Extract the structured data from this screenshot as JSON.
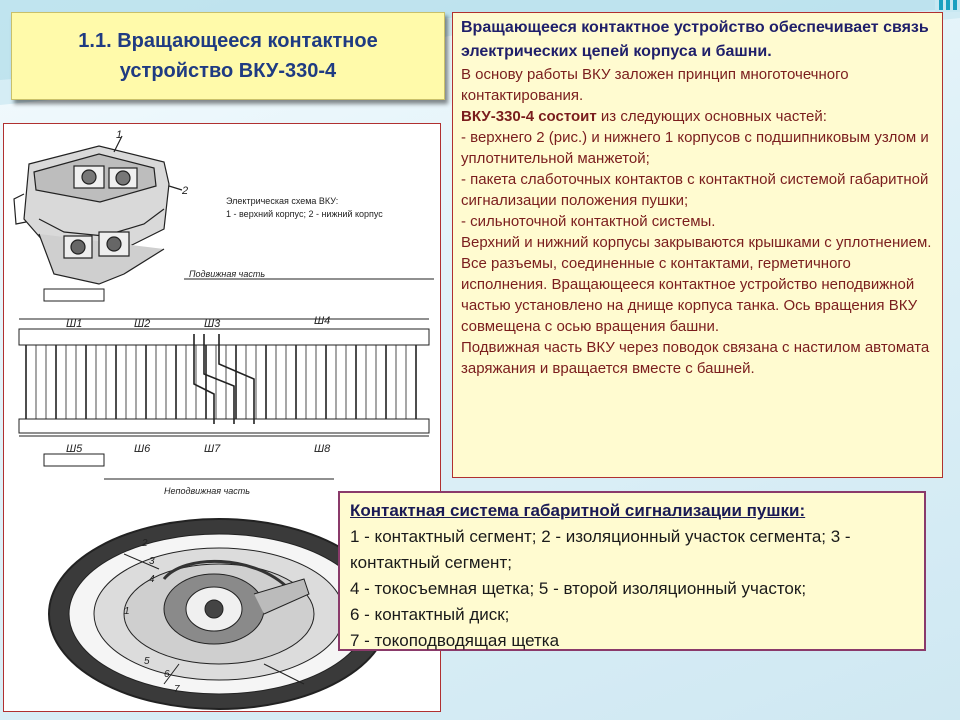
{
  "slide": {
    "title": "1.1. Вращающееся контактное\nустройство ВКУ-330-4"
  },
  "figure": {
    "schematic_caption_1": "Электрическая схема ВКУ:",
    "schematic_caption_2": "1 - верхний корпус; 2 - нижний корпус",
    "top_section_label": "Подвижная часть",
    "bottom_section_label": "Неподвижная часть",
    "connector_labels": [
      "Ш1",
      "Ш2",
      "Ш3",
      "Ш4",
      "Ш5",
      "Ш6",
      "Ш7",
      "Ш8"
    ],
    "photo_callouts": [
      "1",
      "2"
    ],
    "disk_callouts": [
      "2",
      "3",
      "4",
      "1",
      "5",
      "6",
      "7"
    ]
  },
  "description": {
    "lead": "Вращающееся контактное устройство обеспечивает связь электрических цепей корпуса и башни.",
    "lines": [
      {
        "text": "В основу работы ВКУ заложен принцип многоточечного контактирования.",
        "strong_prefix": ""
      },
      {
        "text": " из следующих основных частей:",
        "strong_prefix": "ВКУ-330-4 состоит"
      },
      {
        "text": "- верхнего 2 (рис.) и нижнего 1 корпусов с подшипниковым узлом и уплотнительной манжетой;",
        "strong_prefix": ""
      },
      {
        "text": "- пакета слаботочных контактов с контактной системой габаритной сигнализации положения пушки;",
        "strong_prefix": ""
      },
      {
        "text": "- сильноточной контактной системы.",
        "strong_prefix": ""
      },
      {
        "text": "Верхний и нижний корпусы закрываются крышками с уплотнением. Все разъемы, соединенные с контактами, герметичного исполнения. Вращающееся контактное устройство неподвижной частью установлено на днище корпуса танка. Ось вращения ВКУ совмещена с осью вращения башни.",
        "strong_prefix": ""
      },
      {
        "text": "Подвижная часть ВКУ через поводок связана с настилом автомата заряжания и вращается вместе с башней.",
        "strong_prefix": ""
      }
    ]
  },
  "legend": {
    "title": "Контактная система габаритной сигнализации пушки:",
    "items": [
      "1 - контактный сегмент; 2 - изоляционный участок сегмента; 3 - контактный сегмент;",
      "4 - токосъемная щетка; 5 - второй изоляционный участок;",
      "6 - контактный диск;",
      "7 - токоподводящая щетка"
    ]
  },
  "colors": {
    "title_bg": "#fffaaa",
    "title_text": "#1f3b82",
    "desc_text": "#7a1d1d",
    "panel_border": "#b03030"
  }
}
